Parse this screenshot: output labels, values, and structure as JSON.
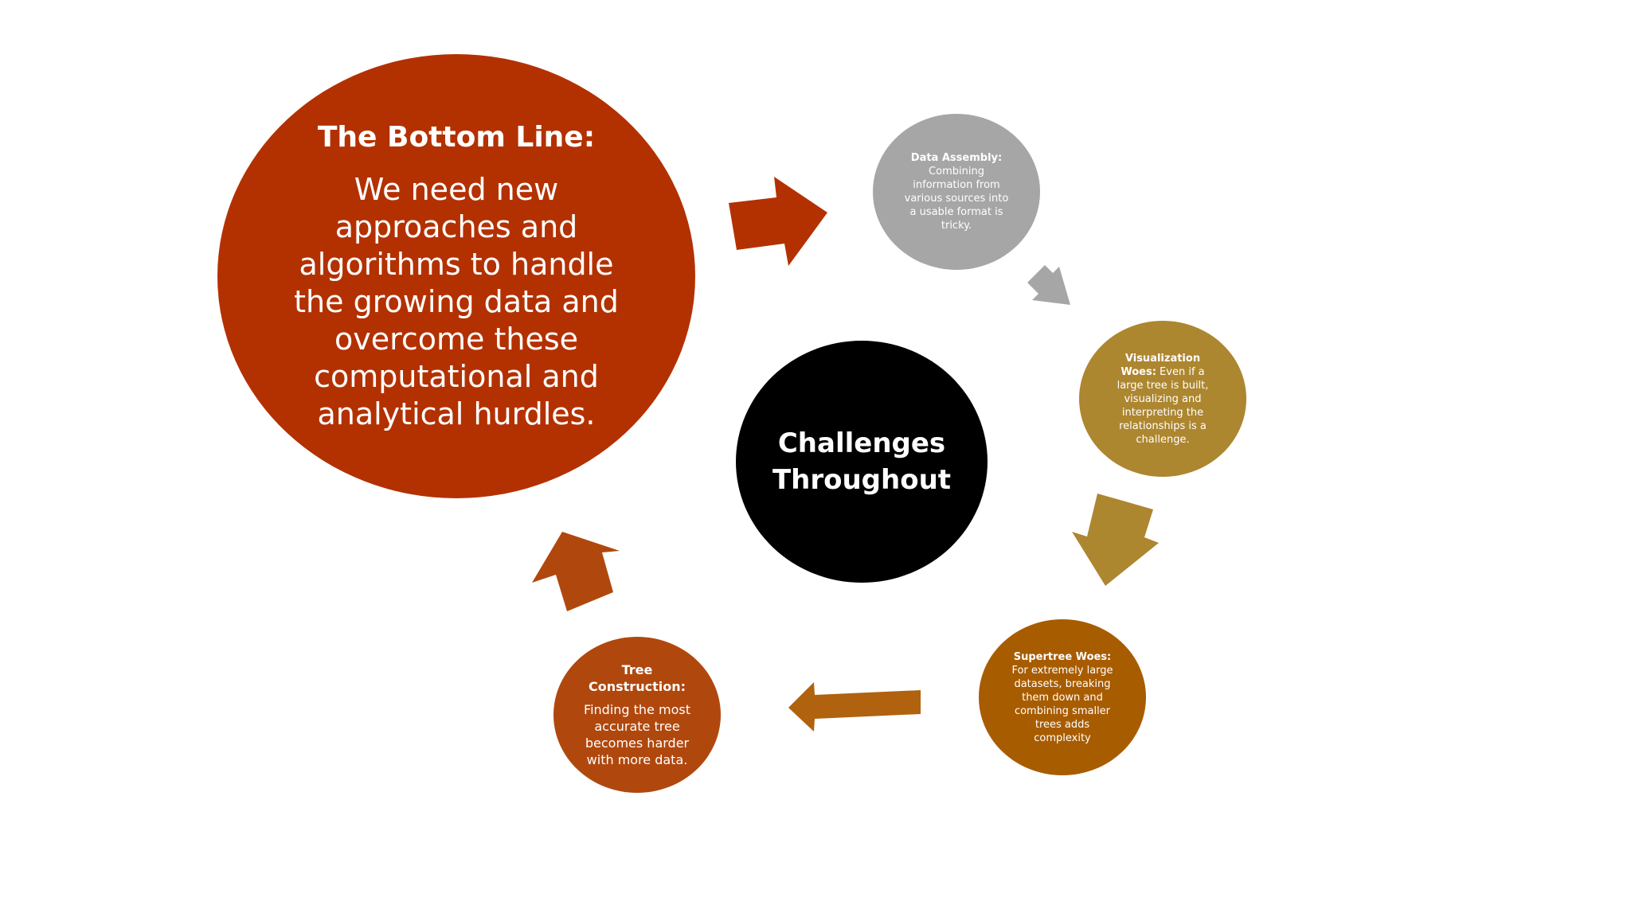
{
  "colors": {
    "bottom_line": "#B33100",
    "center": "#000000",
    "data_assembly": "#A6A6A6",
    "visualization": "#AD8630",
    "supertree": "#A85C00",
    "tree_construction": "#B0480E",
    "arrow_1": "#B33100",
    "arrow_2": "#A6A6A6",
    "arrow_3": "#AD8630",
    "arrow_4": "#B0620E",
    "arrow_5": "#B0480E"
  },
  "bottom_line": {
    "heading": "The Bottom Line:",
    "body": "We need new approaches and algorithms to handle the growing data and overcome these computational and analytical hurdles."
  },
  "center": {
    "label": "Challenges Throughout"
  },
  "data_assembly": {
    "title": "Data Assembly:",
    "body": " Combining information from various sources into a usable format is tricky."
  },
  "visualization": {
    "title": "Visualization Woes:",
    "body": " Even if a large tree is built, visualizing and interpreting the relationships is a challenge."
  },
  "supertree": {
    "title": "Supertree Woes:",
    "body": " For extremely large datasets, breaking them down and combining smaller trees adds complexity"
  },
  "tree_construction": {
    "title": "Tree Construction:",
    "body": "Finding the most accurate tree becomes harder with more data."
  }
}
